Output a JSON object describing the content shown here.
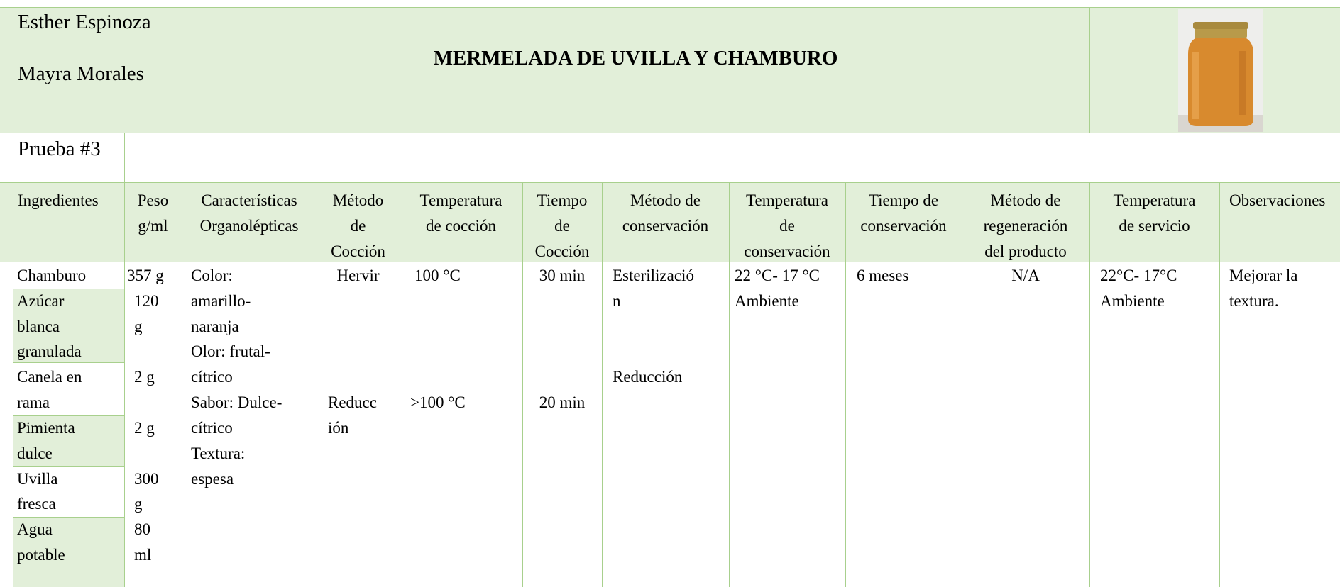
{
  "header": {
    "authors": [
      "Esther Espinoza",
      "Mayra Morales"
    ],
    "title": "MERMELADA DE UVILLA Y CHAMBURO",
    "photo_icon": "jam-jar-photo"
  },
  "test_label": "Prueba #3",
  "columns": {
    "ingredientes": [
      "Ingredientes"
    ],
    "peso": [
      "Peso",
      "g/ml"
    ],
    "caracteristicas": [
      "Características",
      "Organolépticas"
    ],
    "metodo_coccion": [
      "Método",
      "de",
      "Cocción"
    ],
    "temp_coccion": [
      "Temperatura",
      "de cocción"
    ],
    "tiempo_coccion": [
      "Tiempo",
      "de",
      "Cocción"
    ],
    "metodo_conservacion": [
      "Método de",
      "conservación"
    ],
    "temp_conservacion": [
      "Temperatura",
      "de",
      "conservación"
    ],
    "tiempo_conservacion": [
      "Tiempo de",
      "conservación"
    ],
    "metodo_regeneracion": [
      "Método de",
      "regeneración",
      "del producto"
    ],
    "temp_servicio": [
      "Temperatura",
      "de servicio"
    ],
    "observaciones": [
      "Observaciones"
    ]
  },
  "ingredients": [
    {
      "name": [
        "Chamburo"
      ],
      "weight": [
        "357 g"
      ]
    },
    {
      "name": [
        "Azúcar",
        "blanca",
        "granulada"
      ],
      "weight": [
        "120",
        "g"
      ]
    },
    {
      "name": [
        "Canela en",
        "rama"
      ],
      "weight": [
        "2 g"
      ]
    },
    {
      "name": [
        "Pimienta",
        "dulce"
      ],
      "weight": [
        "2 g"
      ]
    },
    {
      "name": [
        "Uvilla",
        "fresca"
      ],
      "weight": [
        "300",
        "g"
      ]
    },
    {
      "name": [
        "Agua",
        "potable"
      ],
      "weight": [
        "80",
        "ml"
      ]
    }
  ],
  "caracteristicas": [
    "Color:",
    "amarillo-",
    "naranja",
    "Olor: frutal-",
    "cítrico",
    "Sabor: Dulce-",
    "cítrico",
    "Textura:",
    "espesa"
  ],
  "metodo_coccion": {
    "first": [
      "Hervir"
    ],
    "second": [
      "Reducc",
      "ión"
    ]
  },
  "temp_coccion": {
    "first": "100 °C",
    "second": ">100 °C"
  },
  "tiempo_coccion": {
    "first": "30 min",
    "second": "20 min"
  },
  "metodo_conservacion": {
    "first": [
      "Esterilizació",
      "n"
    ],
    "second": [
      "Reducción"
    ]
  },
  "temp_conservacion": [
    "22 °C- 17 °C",
    "Ambiente"
  ],
  "tiempo_conservacion": "6 meses",
  "metodo_regeneracion": "N/A",
  "temp_servicio": [
    "22°C- 17°C",
    "Ambiente"
  ],
  "observaciones": [
    "Mejorar la",
    "textura."
  ]
}
